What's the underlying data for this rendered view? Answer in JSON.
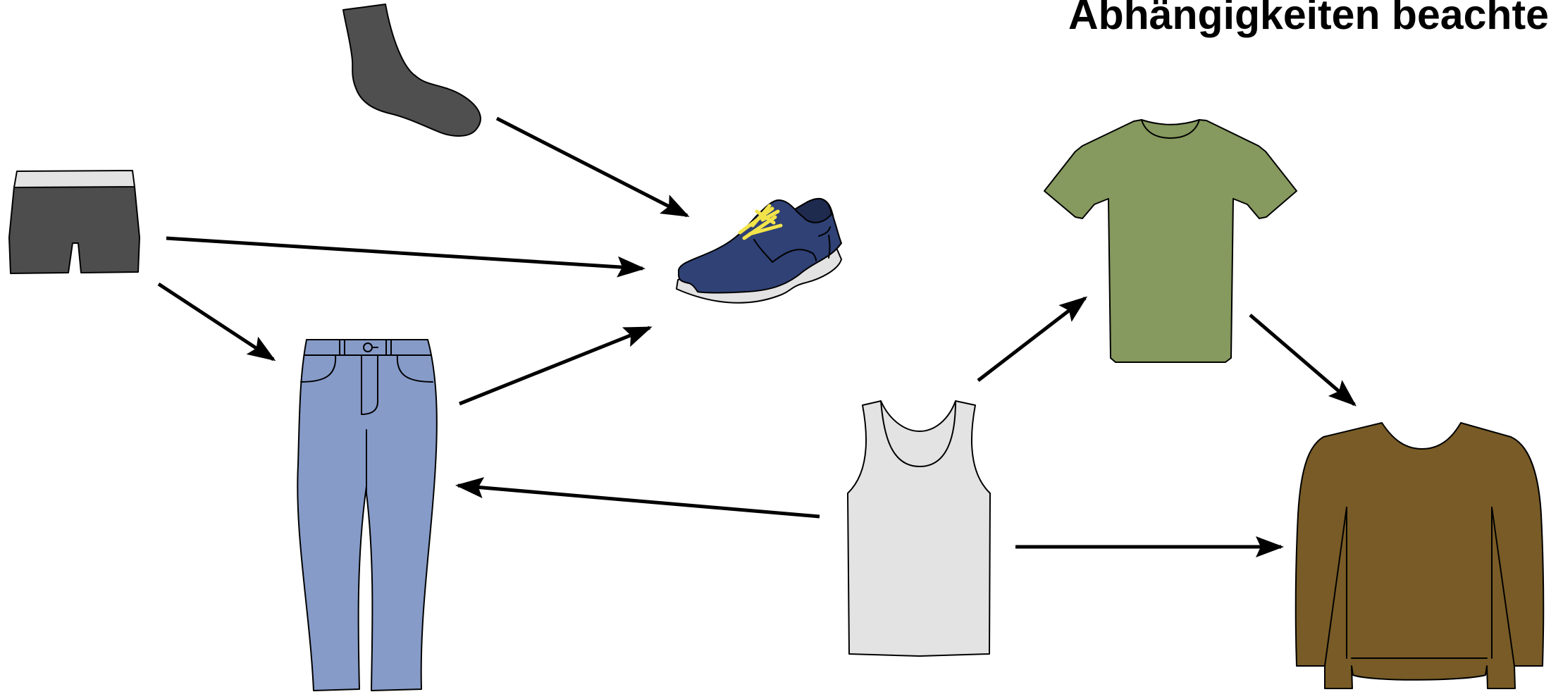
{
  "title": "Abhängigkeiten beachte",
  "colors": {
    "sock": "#4f4f4f",
    "underwear": "#4d4d4d",
    "underwear_band": "#e3e3e3",
    "pants": "#869bc8",
    "shoe": "#2f4175",
    "shoe_dark": "#1f2a4f",
    "shoe_sole": "#e3e3e3",
    "shoe_laces": "#f2e34a",
    "undershirt": "#e3e3e3",
    "tshirt": "#86995e",
    "sweater": "#785b26",
    "arrow": "#000000"
  },
  "items": [
    {
      "id": "sock",
      "icon": "sock-icon"
    },
    {
      "id": "underwear",
      "icon": "underwear-icon"
    },
    {
      "id": "pants",
      "icon": "pants-icon"
    },
    {
      "id": "shoe",
      "icon": "shoe-icon"
    },
    {
      "id": "undershirt",
      "icon": "undershirt-icon"
    },
    {
      "id": "tshirt",
      "icon": "tshirt-icon"
    },
    {
      "id": "sweater",
      "icon": "sweater-icon"
    }
  ],
  "dependencies": [
    {
      "from": "sock",
      "to": "shoe"
    },
    {
      "from": "underwear",
      "to": "shoe"
    },
    {
      "from": "underwear",
      "to": "pants"
    },
    {
      "from": "pants",
      "to": "shoe"
    },
    {
      "from": "undershirt",
      "to": "pants"
    },
    {
      "from": "undershirt",
      "to": "tshirt"
    },
    {
      "from": "undershirt",
      "to": "sweater"
    },
    {
      "from": "tshirt",
      "to": "sweater"
    }
  ]
}
